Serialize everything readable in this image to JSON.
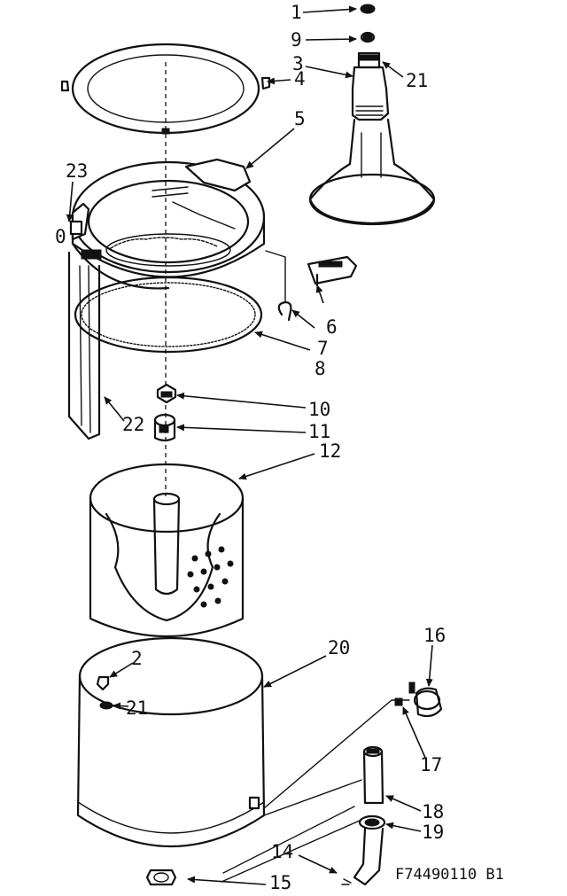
{
  "callouts": {
    "c1": "1",
    "c2": "2",
    "c3": "3",
    "c4": "4",
    "c5": "5",
    "c6": "6",
    "c7": "7",
    "c8": "8",
    "c9": "9",
    "c10": "10",
    "c11": "11",
    "c12": "12",
    "c14": "14",
    "c15": "15",
    "c16": "16",
    "c17": "17",
    "c18": "18",
    "c19": "19",
    "c20": "20",
    "c21a": "21",
    "c21b": "21",
    "c22": "22",
    "c23": "23",
    "c0": "0"
  },
  "diagram_code": "F74490110 B1"
}
